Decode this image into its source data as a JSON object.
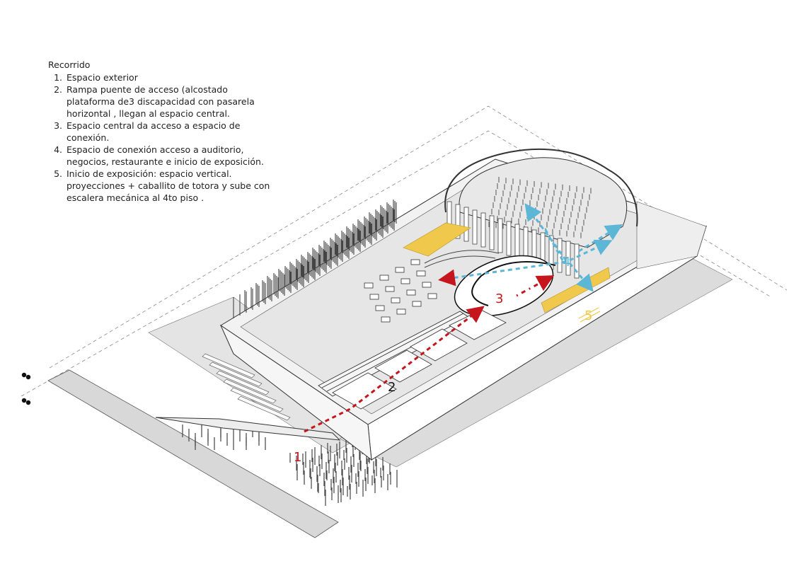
{
  "legend": {
    "title": "Recorrido",
    "items": [
      "Espacio exterior",
      "Rampa puente de acceso (alcostado plataforma de3 discapacidad con pasarela horizontal , llegan al espacio central.",
      "Espacio central da acceso a espacio de conexión.",
      "Espacio de conexión acceso a auditorio, negocios, restaurante e inicio de exposición.",
      "Inicio de exposición: espacio vertical. proyecciones + caballito de totora y sube con escalera mecánica al 4to piso ."
    ]
  },
  "markers": {
    "m1": "1",
    "m2": "2",
    "m3": "3",
    "m4": "4",
    "m5": "5"
  },
  "colors": {
    "red_path": "#c4161c",
    "blue_path": "#5cb6d6",
    "highlight_yellow": "#f0c84c",
    "line": "#333333",
    "ground": "#dedede"
  }
}
